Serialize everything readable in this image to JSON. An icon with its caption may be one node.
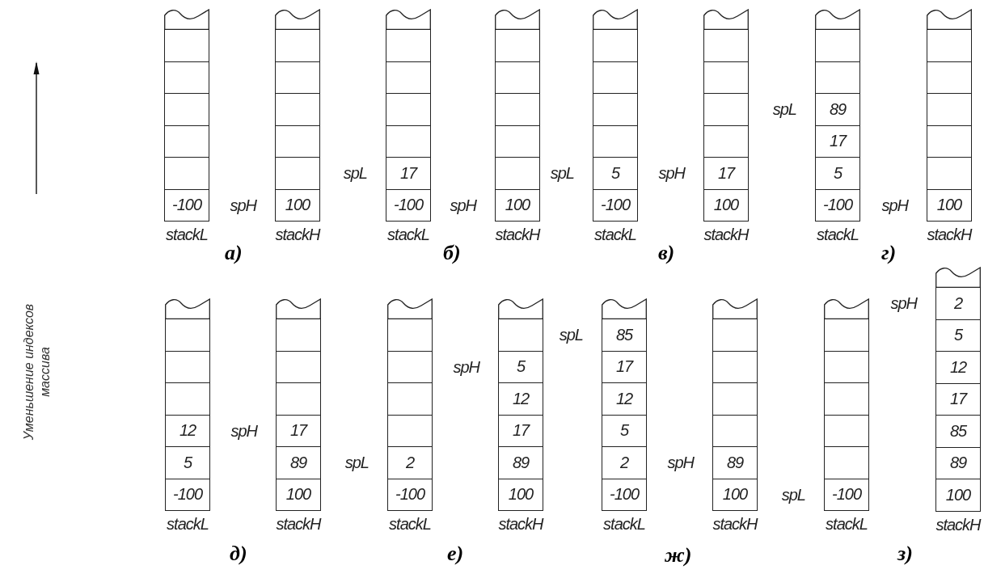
{
  "diagram": {
    "nodes": [
      {
        "text": [
          "stackL"
        ]
      },
      {
        "text": [],
        "shape": "box",
        "in": 0
      },
      {
        "text": [],
        "shape": "box",
        "in": 0
      },
      {
        "text": [],
        "shape": "box",
        "in": 0
      },
      {
        "text": [],
        "shape": "box",
        "in": 0
      },
      {
        "text": [],
        "shape": "box",
        "in": 0
      },
      {
        "text": [
          "-100"
        ],
        "in": 0
      },
      {
        "text": [
          "stackH"
        ]
      },
      {
        "text": [],
        "shape": "box",
        "in": 7
      },
      {
        "text": [],
        "shape": "box",
        "in": 7
      },
      {
        "text": [],
        "shape": "box",
        "in": 7
      },
      {
        "text": [],
        "shape": "box",
        "in": 7
      },
      {
        "text": [],
        "shape": "box",
        "in": 7
      },
      {
        "text": [
          "100"
        ],
        "beside": [
          "spH"
        ],
        "in": 7
      },
      {
        "text": [
          "stackL"
        ]
      },
      {
        "text": [],
        "shape": "box",
        "in": 14
      },
      {
        "text": [],
        "shape": "box",
        "in": 14
      },
      {
        "text": [],
        "shape": "box",
        "in": 14
      },
      {
        "text": [],
        "shape": "box",
        "in": 14
      },
      {
        "text": [
          "17"
        ],
        "beside": [
          "spL"
        ],
        "in": 14
      },
      {
        "text": [
          "-100"
        ],
        "in": 14
      },
      {
        "text": [
          "stackH"
        ]
      },
      {
        "text": [],
        "shape": "box",
        "in": 21
      },
      {
        "text": [],
        "shape": "box",
        "in": 21
      },
      {
        "text": [],
        "shape": "box",
        "in": 21
      },
      {
        "text": [],
        "shape": "box",
        "in": 21
      },
      {
        "text": [],
        "shape": "box",
        "in": 21
      },
      {
        "text": [
          "100"
        ],
        "beside": [
          "spH"
        ],
        "in": 21
      },
      {
        "text": [
          "stackL"
        ]
      },
      {
        "text": [],
        "shape": "box",
        "in": 28
      },
      {
        "text": [],
        "shape": "box",
        "in": 28
      },
      {
        "text": [],
        "shape": "box",
        "in": 28
      },
      {
        "text": [],
        "shape": "box",
        "in": 28
      },
      {
        "text": [
          "5"
        ],
        "beside": [
          "spL"
        ],
        "in": 28
      },
      {
        "text": [
          "-100"
        ],
        "in": 28
      },
      {
        "text": [
          "stackH"
        ]
      },
      {
        "text": [],
        "shape": "box",
        "in": 35
      },
      {
        "text": [],
        "shape": "box",
        "in": 35
      },
      {
        "text": [],
        "shape": "box",
        "in": 35
      },
      {
        "text": [],
        "shape": "box",
        "in": 35
      },
      {
        "text": [
          "17"
        ],
        "beside": [
          "spH"
        ],
        "in": 35
      },
      {
        "text": [
          "100"
        ],
        "in": 35
      },
      {
        "text": [
          "stackL"
        ]
      },
      {
        "text": [],
        "shape": "box",
        "in": 42
      },
      {
        "text": [],
        "shape": "box",
        "in": 42
      },
      {
        "text": [
          "89"
        ],
        "beside": [
          "spL"
        ],
        "in": 42
      },
      {
        "text": [
          "17"
        ],
        "in": 42
      },
      {
        "text": [
          "5"
        ],
        "in": 42
      },
      {
        "text": [
          "-100"
        ],
        "in": 42
      },
      {
        "text": [
          "stackH"
        ]
      },
      {
        "text": [],
        "shape": "box",
        "in": 49
      },
      {
        "text": [],
        "shape": "box",
        "in": 49
      },
      {
        "text": [],
        "shape": "box",
        "in": 49
      },
      {
        "text": [],
        "shape": "box",
        "in": 49
      },
      {
        "text": [],
        "shape": "box",
        "in": 49
      },
      {
        "text": [
          "100"
        ],
        "beside": [
          "spH"
        ],
        "in": 49
      },
      {
        "text": [
          "stackL"
        ]
      },
      {
        "text": [],
        "shape": "box",
        "in": 56
      },
      {
        "text": [],
        "shape": "box",
        "in": 56
      },
      {
        "text": [],
        "shape": "box",
        "in": 56
      },
      {
        "text": [
          "12"
        ],
        "in": 56
      },
      {
        "text": [
          "5"
        ],
        "in": 56
      },
      {
        "text": [
          "-100"
        ],
        "in": 56
      },
      {
        "text": [
          "stackH"
        ]
      },
      {
        "text": [],
        "shape": "box",
        "in": 63
      },
      {
        "text": [],
        "shape": "box",
        "in": 63
      },
      {
        "text": [],
        "shape": "box",
        "in": 63
      },
      {
        "text": [
          "17"
        ],
        "beside": [
          "spH"
        ],
        "in": 63
      },
      {
        "text": [
          "89"
        ],
        "in": 63
      },
      {
        "text": [
          "100"
        ],
        "in": 63
      },
      {
        "text": [
          "stackL"
        ]
      },
      {
        "text": [],
        "shape": "box",
        "in": 70
      },
      {
        "text": [],
        "shape": "box",
        "in": 70
      },
      {
        "text": [],
        "shape": "box",
        "in": 70
      },
      {
        "text": [],
        "shape": "box",
        "in": 70
      },
      {
        "text": [
          "2"
        ],
        "beside": [
          "spL"
        ],
        "in": 70
      },
      {
        "text": [
          "-100"
        ],
        "in": 70
      },
      {
        "text": [
          "stackH"
        ]
      },
      {
        "text": [],
        "shape": "box",
        "in": 77
      },
      {
        "text": [
          "5"
        ],
        "beside": [
          "spH"
        ],
        "in": 77
      },
      {
        "text": [
          "12"
        ],
        "in": 77
      },
      {
        "text": [
          "17"
        ],
        "in": 77
      },
      {
        "text": [
          "89"
        ],
        "in": 77
      },
      {
        "text": [
          "100"
        ],
        "in": 77
      },
      {
        "text": [
          "stackL"
        ]
      },
      {
        "text": [
          "85"
        ],
        "beside": [
          "spL"
        ],
        "in": 84
      },
      {
        "text": [
          "17"
        ],
        "in": 84
      },
      {
        "text": [
          "12"
        ],
        "in": 84
      },
      {
        "text": [
          "5"
        ],
        "in": 84
      },
      {
        "text": [
          "2"
        ],
        "in": 84
      },
      {
        "text": [
          "-100"
        ],
        "in": 84
      },
      {
        "text": [
          "stackH"
        ]
      },
      {
        "text": [],
        "shape": "box",
        "in": 91
      },
      {
        "text": [],
        "shape": "box",
        "in": 91
      },
      {
        "text": [],
        "shape": "box",
        "in": 91
      },
      {
        "text": [],
        "shape": "box",
        "in": 91
      },
      {
        "text": [
          "89"
        ],
        "beside": [
          "spH"
        ],
        "in": 91
      },
      {
        "text": [
          "100"
        ],
        "in": 91
      },
      {
        "text": [
          "stackL"
        ]
      },
      {
        "text": [],
        "shape": "box",
        "in": 98
      },
      {
        "text": [],
        "shape": "box",
        "in": 98
      },
      {
        "text": [],
        "shape": "box",
        "in": 98
      },
      {
        "text": [],
        "shape": "box",
        "in": 98
      },
      {
        "text": [],
        "shape": "box",
        "in": 98
      },
      {
        "text": [
          "-100"
        ],
        "beside": [
          "spL"
        ],
        "in": 98
      },
      {
        "text": [
          "stackH"
        ]
      },
      {
        "text": [
          "2"
        ],
        "beside": [
          "spH"
        ],
        "in": 105
      },
      {
        "text": [
          "5"
        ],
        "in": 105
      },
      {
        "text": [
          "12"
        ],
        "in": 105
      },
      {
        "text": [
          "17"
        ],
        "in": 105
      },
      {
        "text": [
          "85"
        ],
        "in": 105
      },
      {
        "text": [
          "89"
        ],
        "in": 105
      },
      {
        "text": [
          "100"
        ],
        "in": 105
      }
    ],
    "labels": [
      "Уменьшение индексов массива",
      "а)",
      "б)",
      "в)",
      "г)",
      "д)",
      "е)",
      "ж)",
      "з)"
    ]
  }
}
